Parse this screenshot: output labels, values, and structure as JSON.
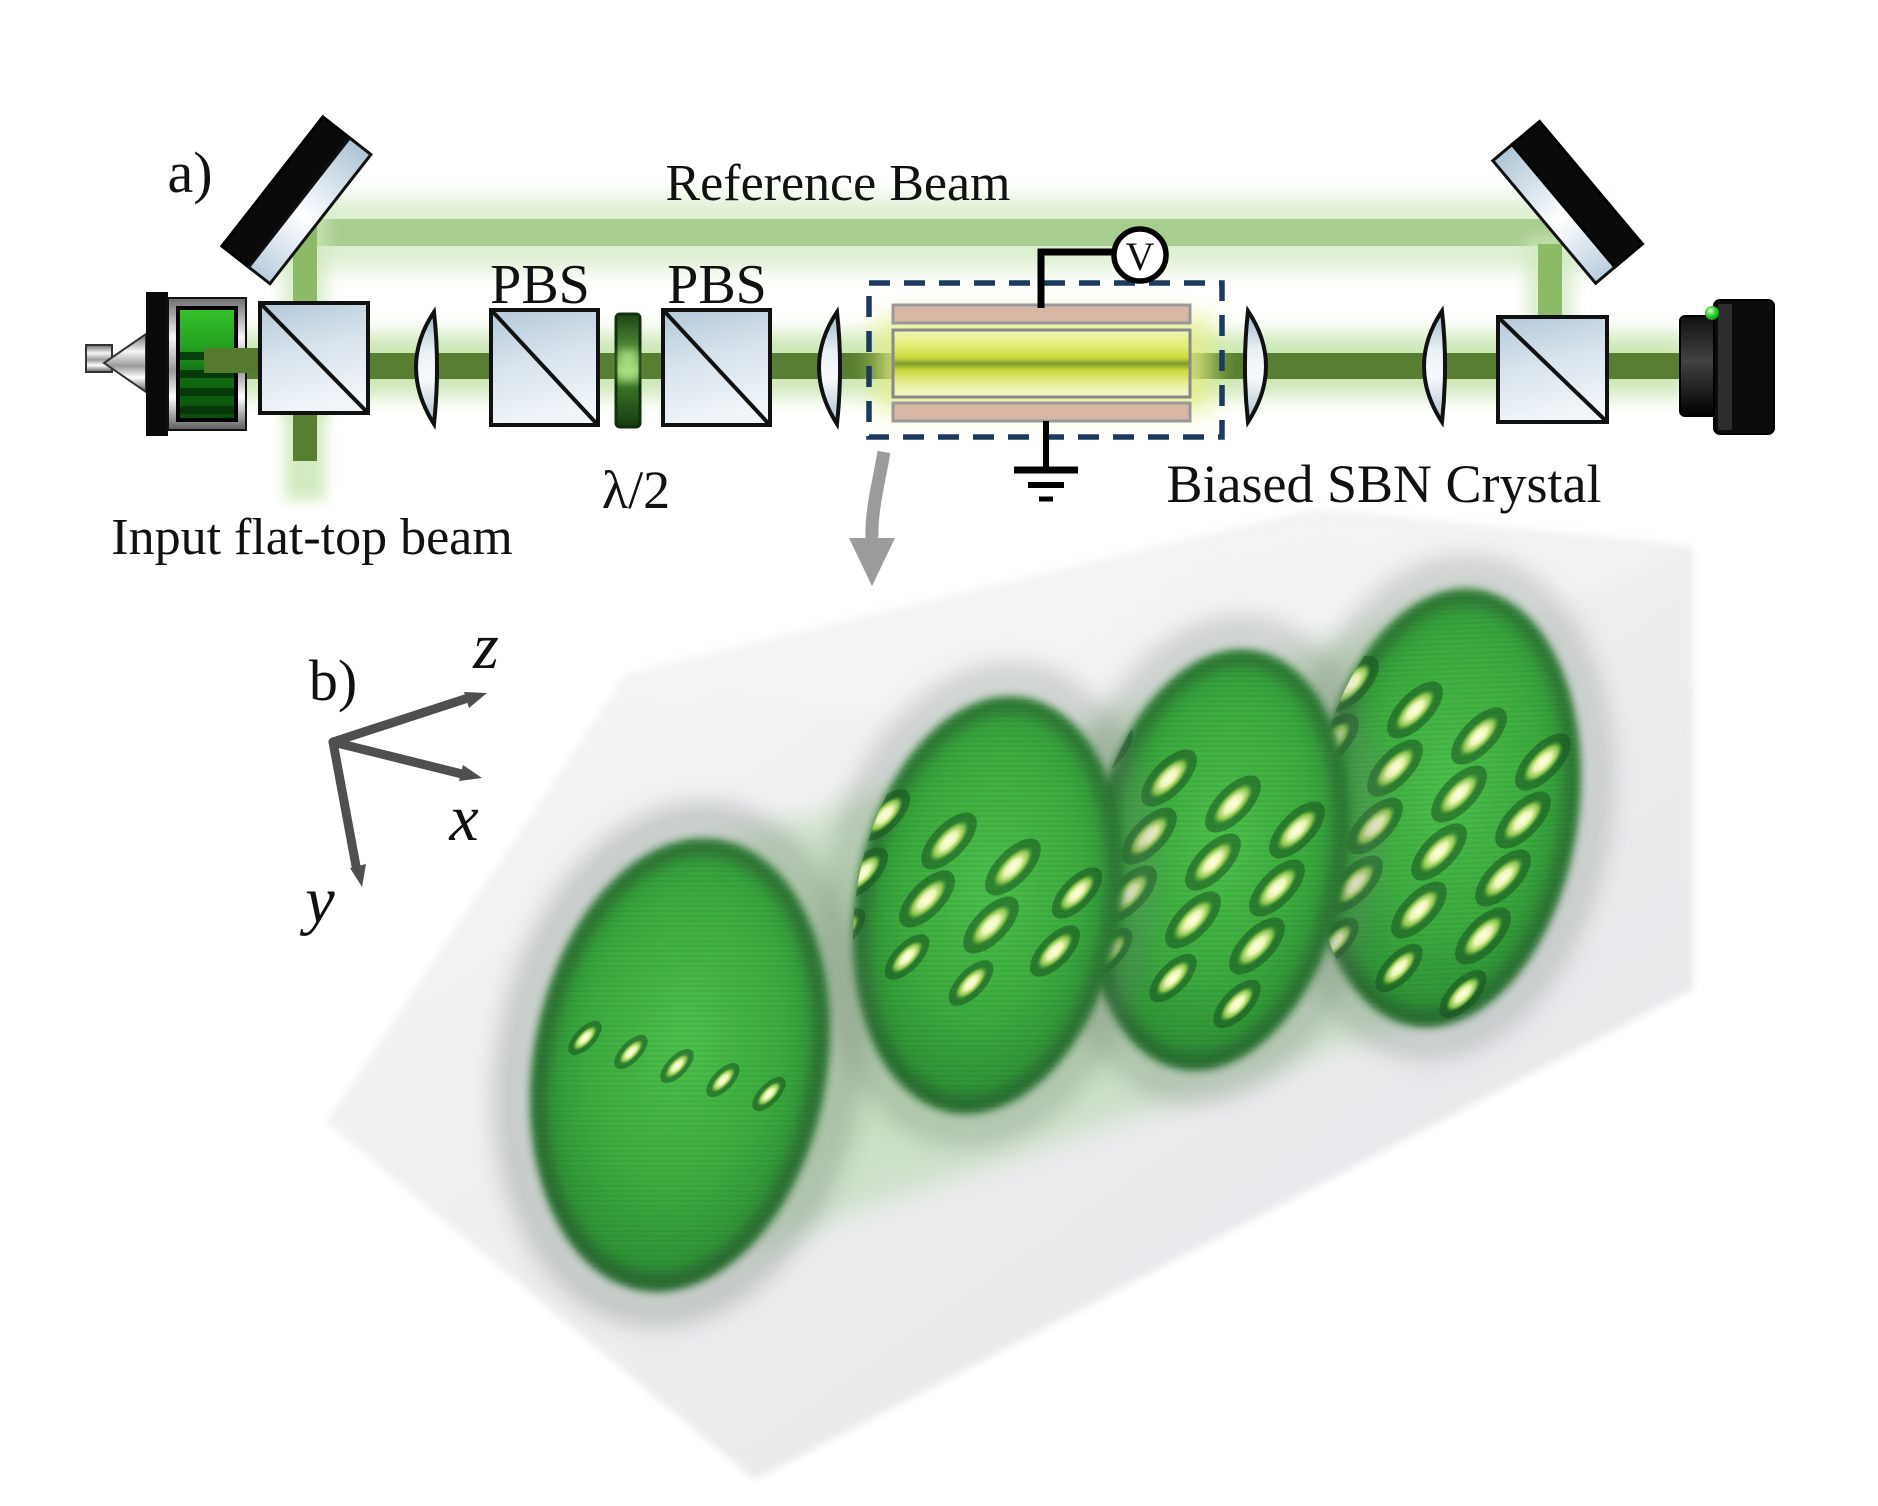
{
  "figure": {
    "panel_a": {
      "label": "a)",
      "reference_beam_label": "Reference Beam",
      "pbs_label_1": "PBS",
      "pbs_label_2": "PBS",
      "half_wave_plate_label": "λ/2",
      "input_beam_label": "Input flat-top beam",
      "voltmeter_label": "V",
      "crystal_label": "Biased SBN Crystal"
    },
    "panel_b": {
      "label": "b)",
      "axis_z": "z",
      "axis_x": "x",
      "axis_y": "y"
    },
    "colors": {
      "beam_core_green": "#577e31",
      "beam_glow_green": "#b5dd95",
      "reference_beam_green": "#a8cd90",
      "crystal_yellow": "#c9d83a",
      "electrode_tan": "#d8b7a5",
      "dashed_outline_navy": "#1d3a5e",
      "soliton_green": "#2f9336",
      "lattice_spot_yellow": "#eef6b4",
      "volume_gray": "#ededf0",
      "arrow_gray": "#9b9b9b"
    }
  }
}
